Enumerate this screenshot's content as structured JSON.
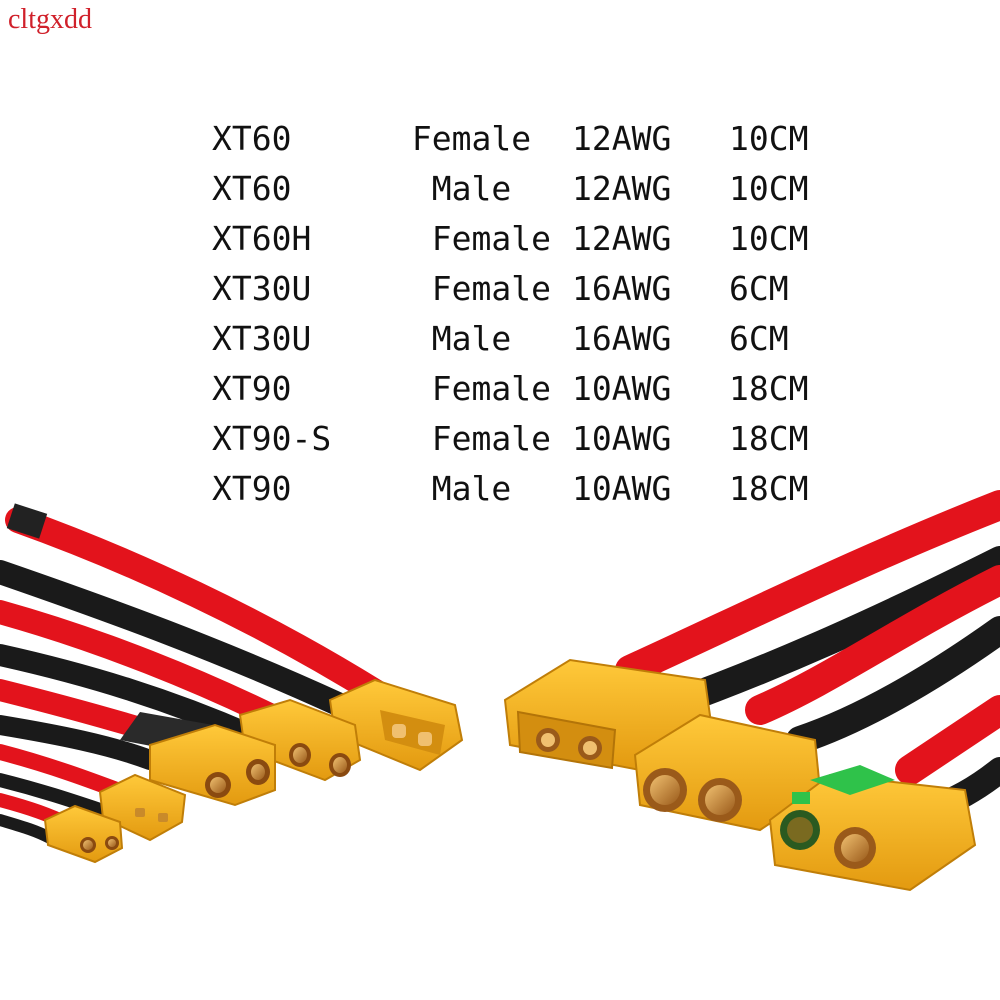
{
  "watermark": "cltgxdd",
  "spec_rows": [
    {
      "model": "XT60",
      "gender": " Female",
      "awg": "12AWG",
      "length": "10CM"
    },
    {
      "model": "XT60",
      "gender": "  Male",
      "awg": "12AWG",
      "length": "10CM"
    },
    {
      "model": "XT60H",
      "gender": "  Female",
      "awg": "12AWG",
      "length": "10CM"
    },
    {
      "model": "XT30U",
      "gender": "  Female",
      "awg": "16AWG",
      "length": "6CM"
    },
    {
      "model": "XT30U",
      "gender": "  Male",
      "awg": "16AWG",
      "length": "6CM"
    },
    {
      "model": "XT90",
      "gender": "  Female",
      "awg": "10AWG",
      "length": "18CM"
    },
    {
      "model": "XT90-S",
      "gender": "  Female",
      "awg": "10AWG",
      "length": "18CM"
    },
    {
      "model": "XT90",
      "gender": "  Male",
      "awg": "10AWG",
      "length": "18CM"
    }
  ],
  "colors": {
    "wire_red": "#e3131c",
    "wire_black": "#1a1a1a",
    "connector_yellow": "#f4b120",
    "connector_shade": "#d08a0a",
    "antispark_green": "#2fc24a",
    "brass": "#b8782c"
  }
}
